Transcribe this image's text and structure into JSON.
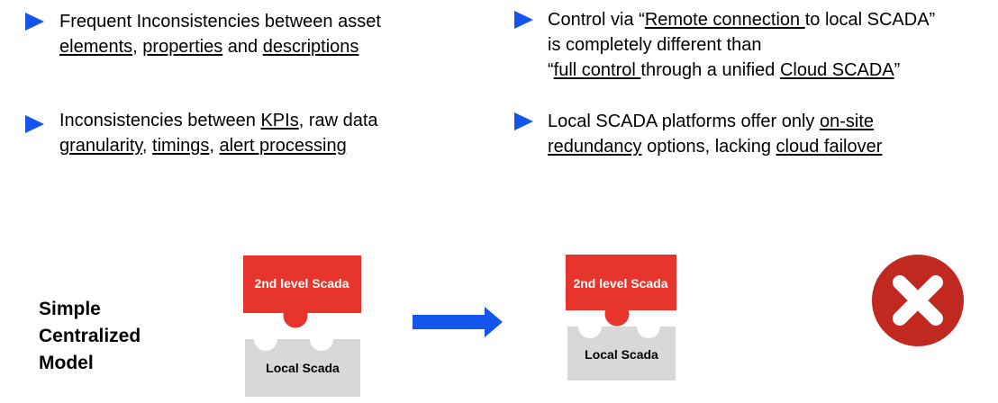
{
  "colors": {
    "bullet_blue": "#1355eb",
    "arrow_blue": "#1355eb",
    "piece_red": "#e8352c",
    "piece_gray": "#d8d8d8",
    "cross_red": "#c1281f",
    "text": "#000000"
  },
  "icons": {
    "bullet": "play-triangle-icon",
    "arrow": "right-arrow-icon",
    "status": "cross-circle-icon"
  },
  "bullets": {
    "left": [
      {
        "segments": [
          {
            "t": "Frequent Inconsistencies between asset"
          },
          {
            "br": true
          },
          {
            "t": "elements",
            "u": true
          },
          {
            "t": ", "
          },
          {
            "t": "properties",
            "u": true
          },
          {
            "t": " and "
          },
          {
            "t": "descriptions",
            "u": true
          }
        ]
      },
      {
        "segments": [
          {
            "t": "Inconsistencies between "
          },
          {
            "t": "KPIs",
            "u": true
          },
          {
            "t": ", raw data"
          },
          {
            "br": true
          },
          {
            "t": "granularity",
            "u": true
          },
          {
            "t": ", "
          },
          {
            "t": "timings",
            "u": true
          },
          {
            "t": ", "
          },
          {
            "t": "alert processing",
            "u": true
          }
        ]
      }
    ],
    "right": [
      {
        "segments": [
          {
            "t": "Control via “"
          },
          {
            "t": "Remote connection ",
            "u": true
          },
          {
            "t": "to local SCADA”"
          },
          {
            "br": true
          },
          {
            "t": "is completely different than"
          },
          {
            "br": true
          },
          {
            "t": "“"
          },
          {
            "t": "full control ",
            "u": true
          },
          {
            "t": "through a unified "
          },
          {
            "t": "Cloud SCADA",
            "u": true
          },
          {
            "t": "”"
          }
        ]
      },
      {
        "segments": [
          {
            "t": "Local SCADA platforms offer only "
          },
          {
            "t": "on-site",
            "u": true
          },
          {
            "br": true
          },
          {
            "t": "redundancy",
            "u": true
          },
          {
            "t": " options, lacking "
          },
          {
            "t": "cloud failover",
            "u": true
          }
        ]
      }
    ]
  },
  "diagram": {
    "label_lines": [
      "Simple",
      "Centralized",
      "Model"
    ],
    "top_piece_label": "2nd level Scada",
    "bottom_piece_label": "Local Scada"
  }
}
